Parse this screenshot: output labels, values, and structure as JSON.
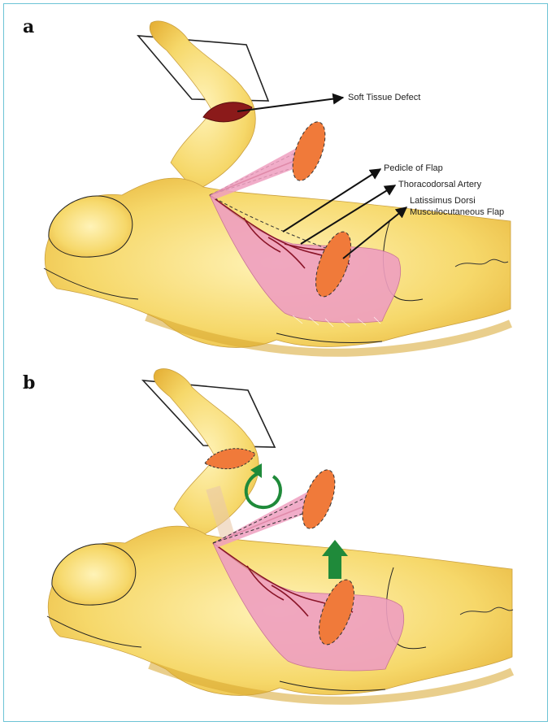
{
  "figure": {
    "panel_a_letter": "a",
    "panel_b_letter": "b",
    "labels": {
      "soft_tissue_defect": "Soft Tissue Defect",
      "pedicle": "Pedicle of Flap",
      "artery": "Thoracodorsal Artery",
      "flap_line1": "Latissimus Dorsi",
      "flap_line2": "Musculocutaneous Flap"
    },
    "colors": {
      "skin": "#f6d86a",
      "skin_shade": "#e7b73a",
      "muscle": "#ef9fc0",
      "flap": "#f07a3a",
      "defect": "#8b1a1a",
      "vessel": "#8a1428",
      "arrow_green": "#1f8a3a",
      "frame": "#6cc3d5"
    }
  }
}
